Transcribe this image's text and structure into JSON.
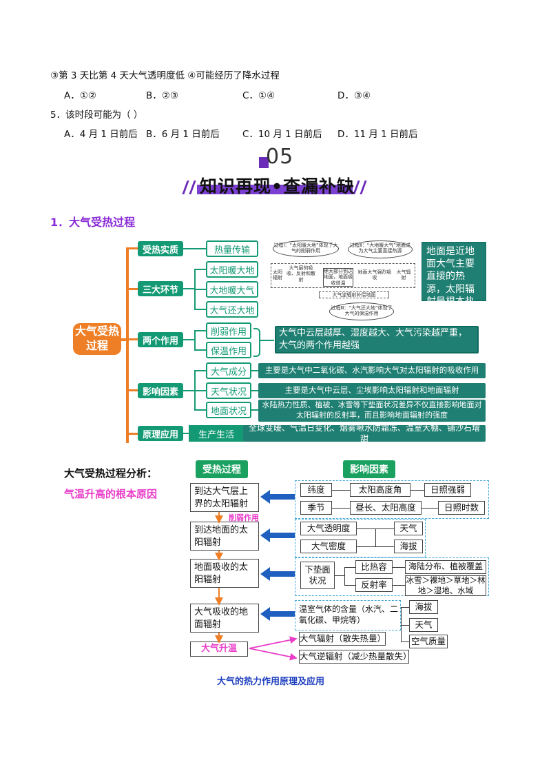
{
  "questions": {
    "line_options_top": "③第 3 天比第 4 天大气透明度低    ④可能经历了降水过程",
    "q4_opts": [
      "A．①②",
      "B．②③",
      "C．①④",
      "D．③④"
    ],
    "q5_stem": "5．该时段可能为（    ）",
    "q5_opts": [
      "A．4 月 1 日前后",
      "B．6 月 1 日前后",
      "C．10 月 1 日前后",
      "D．11 月 1 日前后"
    ]
  },
  "section": {
    "number": "05",
    "banner": "知识再现•查漏补缺"
  },
  "heading1": "1．大气受热过程",
  "mindmap": {
    "root": "大气受热过程",
    "branches": [
      {
        "label": "受热实质",
        "items": [
          "热量传输"
        ]
      },
      {
        "label": "三大环节",
        "items": [
          "太阳暖大地",
          "大地暖大气",
          "大气还大地"
        ]
      },
      {
        "label": "两个作用",
        "items": [
          "削弱作用",
          "保温作用"
        ],
        "note": "大气中云层越厚、湿度越大、大气污染越严重，大气的两个作用越强"
      },
      {
        "label": "影响因素",
        "items": [
          "大气成分",
          "天气状况",
          "地面状况"
        ],
        "details": [
          "主要是大气中二氧化碳、水汽影响大气对太阳辐射的吸收作用",
          "主要是大气中云层、尘埃影响太阳辐射和地面辐射",
          "水陆热力性质、植被、冰雪等下垫面状况差异不仅直接影响地面对太阳辐射的反射率，而且影响地面辐射的强度"
        ]
      },
      {
        "label": "原理应用",
        "items": [
          "生产生活"
        ],
        "details": [
          "全球变暖、气温日变化、烟雾啾水防霜冻、温室大棚、铺沙石增甜"
        ]
      }
    ],
    "side_note": "地面是近地面大气主要直接的热源，太阳辐射是根本热源。",
    "diagram": {
      "bubble1": "过程Ⅰ：“太阳暖大地”体现了大气的削弱作用",
      "bubble2": "过程Ⅱ：“大地暖大气”地面成为大气主要直接热源",
      "bubble3": "过程Ⅲ：“大气还大地”体现了大气的保温作用",
      "box1_left": "太阳辐射",
      "box1_mid": "大气层的吸收、反射和散射",
      "box2": "绝大部分到达地面，地面吸收增温",
      "box3": "地面大气强烈吸收",
      "box3_right": "大气辐射",
      "bottom": "大气逆辐射补偿地面"
    }
  },
  "analysis": {
    "title": "大气受热过程分析：",
    "subtitle": "气温升高的根本原因",
    "col1_head": "受热过程",
    "col2_head": "影响因素",
    "steps": [
      "到达大气层上界的太阳辐射",
      "到达地面的太阳辐射",
      "地面吸收的太阳辐射",
      "大气吸收的地面辐射",
      "大气升温"
    ],
    "weaken": "削弱作用",
    "f1": [
      "纬度",
      "太阳高度角",
      "日照强弱"
    ],
    "f2": [
      "季节",
      "昼长、太阳高度",
      "日照时数"
    ],
    "f3": [
      "大气透明度",
      "大气密度",
      "天气",
      "海拔"
    ],
    "f4": [
      "下垫面状况",
      "比热容",
      "反射率",
      "海陆分布、植被覆盖",
      "冰雪＞裸地＞草地＞林地＞湿地、水域"
    ],
    "f5": [
      "温室气体的含量（水汽、二氧化碳、甲烷等）",
      "海拔",
      "天气",
      "空气质量"
    ],
    "out1": "大气辐射（散失热量）",
    "out2": "大气逆辐射（减少热量散失）",
    "caption": "大气的热力作用原理及应用"
  },
  "colors": {
    "green": "#139a74",
    "orange": "#ee7f27",
    "purple": "#8a2bd6",
    "blue": "#1f5fbf",
    "magenta": "#e93cc8"
  }
}
